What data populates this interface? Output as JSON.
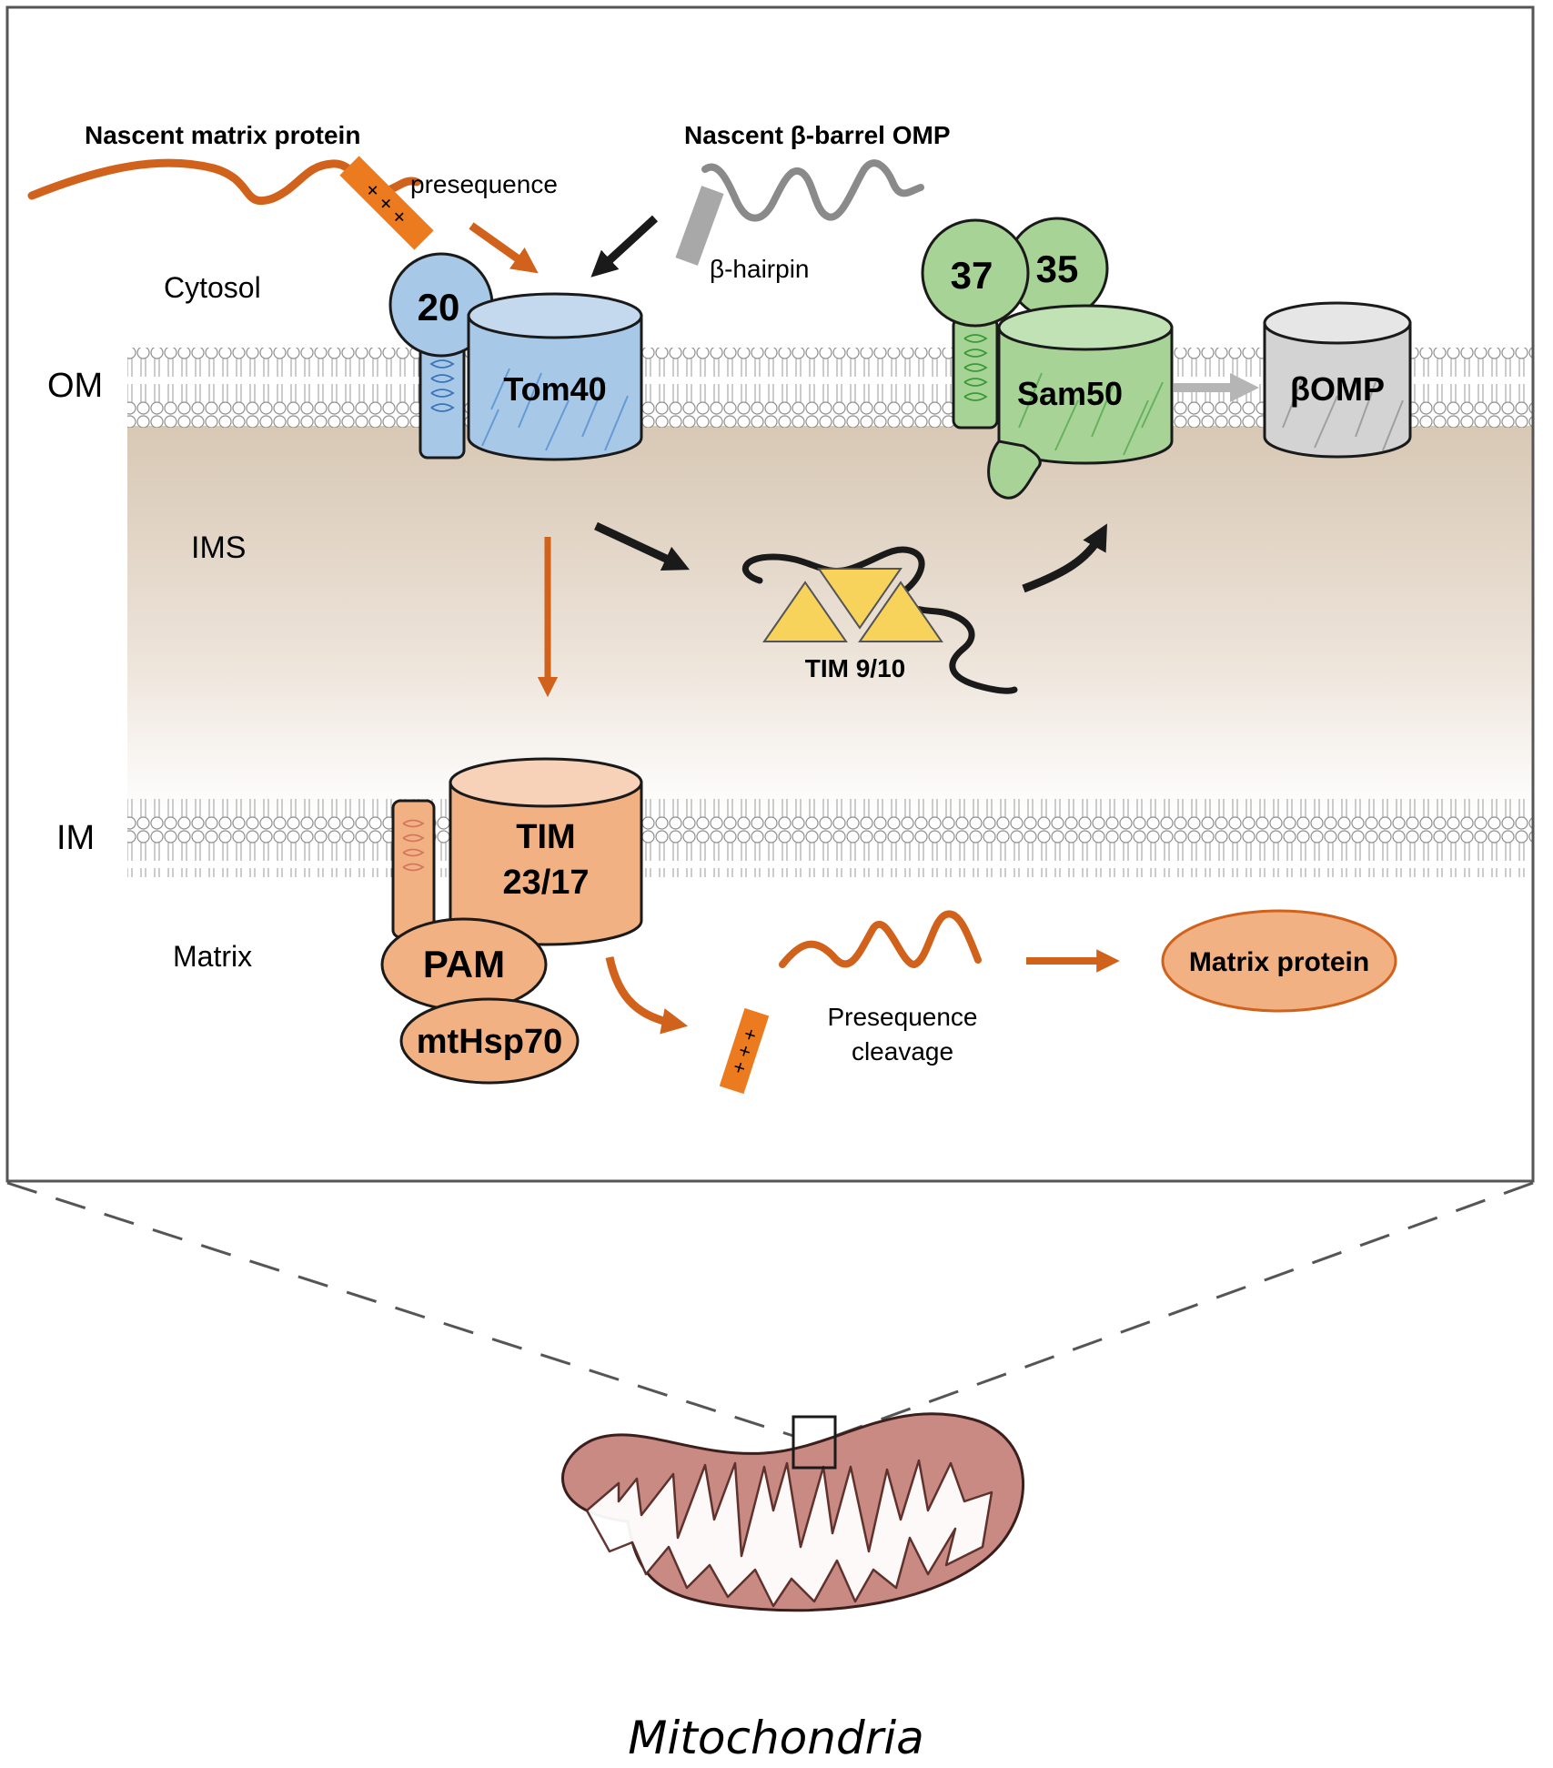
{
  "regions": {
    "cytosol": "Cytosol",
    "om": "OM",
    "ims": "IMS",
    "im": "IM",
    "matrix": "Matrix"
  },
  "labels": {
    "nascent_matrix": "Nascent matrix protein",
    "presequence": "presequence",
    "nascent_omp": "Nascent β-barrel OMP",
    "beta_hairpin": "β-hairpin",
    "tim910": "TIM 9/10",
    "presequence_cleavage_1": "Presequence",
    "presequence_cleavage_2": "cleavage",
    "matrix_protein": "Matrix protein",
    "organelle": "Mitochondria"
  },
  "proteins": {
    "tom20": "20",
    "tom40": "Tom40",
    "sam37": "37",
    "sam35": "35",
    "sam50": "Sam50",
    "bomp": "βOMP",
    "tim_1": "TIM",
    "tim_2": "23/17",
    "pam": "PAM",
    "mthsp70": "mtHsp70"
  },
  "signal_charges": "+ + +",
  "colors": {
    "tom": "#a8c8e8",
    "sam": "#a7d496",
    "omp": "#d3d3d3",
    "tim": "#f2b183",
    "orange": "#d86a1f",
    "tim910": "#f8d35b",
    "mito": "#c98a83"
  }
}
